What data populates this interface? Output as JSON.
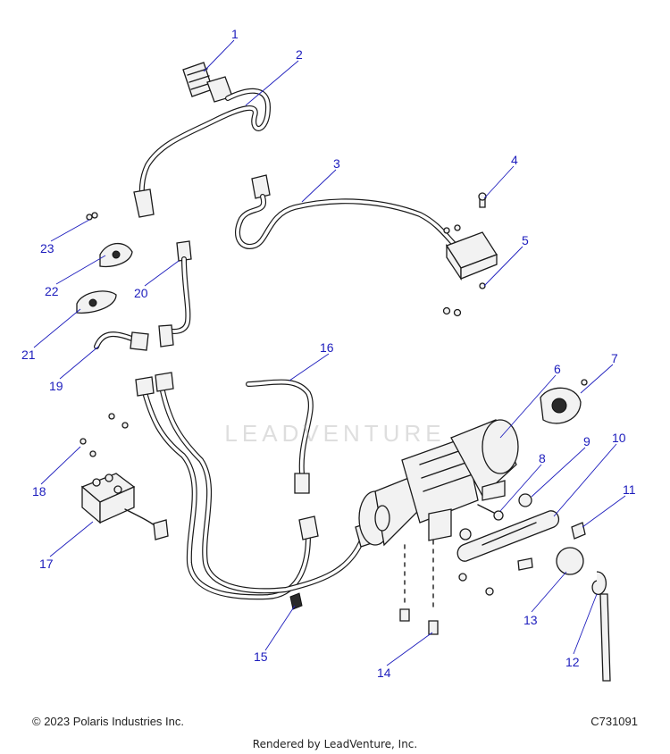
{
  "diagram": {
    "callouts": [
      "1",
      "2",
      "3",
      "4",
      "5",
      "6",
      "7",
      "8",
      "9",
      "10",
      "11",
      "12",
      "13",
      "14",
      "15",
      "16",
      "17",
      "18",
      "19",
      "20",
      "21",
      "22",
      "23"
    ]
  },
  "watermark": {
    "text": "LEADVENTURE"
  },
  "footer": {
    "copyright": "© 2023 Polaris Industries Inc.",
    "code": "C731091",
    "rendered_by": "Rendered by LeadVenture, Inc."
  }
}
